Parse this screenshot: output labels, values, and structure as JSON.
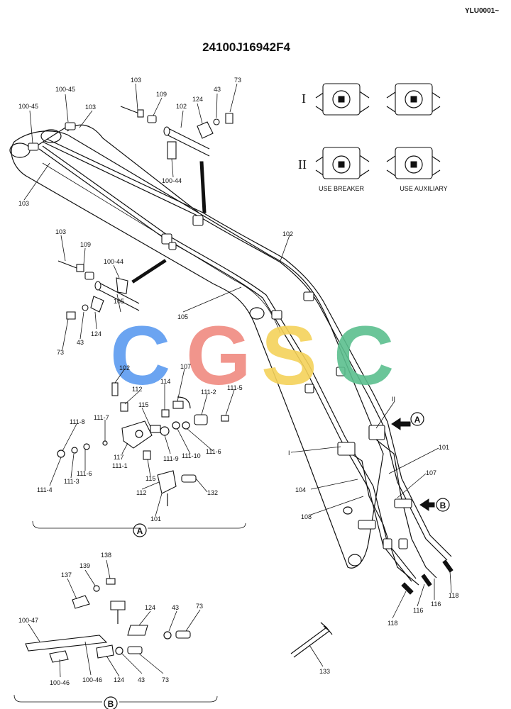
{
  "header": {
    "code": "YLU0001~",
    "part_number": "24100J16942F4"
  },
  "watermark": {
    "letters": [
      "C",
      "G",
      "S",
      "C"
    ],
    "colors": [
      "#5b9bf0",
      "#f08a80",
      "#f5d25a",
      "#5cbf8f"
    ]
  },
  "valve_detail": {
    "row_labels": [
      "I",
      "II"
    ],
    "captions": [
      "USE BREAKER",
      "USE AUXILIARY"
    ]
  },
  "views": {
    "a": "A",
    "b": "B"
  },
  "callouts": {
    "c_100_45_a": "100-45",
    "c_100_45_b": "100-45",
    "c_103_a": "103",
    "c_103_b": "103",
    "c_103_c": "103",
    "c_103_d": "103",
    "c_109_a": "109",
    "c_124_a": "124",
    "c_43_a": "43",
    "c_73_a": "73",
    "c_102_a": "102",
    "c_100_44_a": "100-44",
    "c_102_b": "102",
    "c_109_b": "109",
    "c_100_44_b": "100-44",
    "c_105_a": "105",
    "c_105_b": "105",
    "c_73_b": "73",
    "c_43_b": "43",
    "c_124_b": "124",
    "c_102_c": "102",
    "c_112_a": "112",
    "c_114": "114",
    "c_115_a": "115",
    "c_107_a": "107",
    "c_111_2": "111-2",
    "c_111_5": "111-5",
    "c_111_8": "111-8",
    "c_111_7": "111-7",
    "c_117": "117",
    "c_111_1": "111-1",
    "c_111_9": "111-9",
    "c_111_10": "111-10",
    "c_111_6_a": "111-6",
    "c_111_6_b": "111-6",
    "c_111_3": "111-3",
    "c_111_4": "111-4",
    "c_115_b": "115",
    "c_112_b": "112",
    "c_132": "132",
    "c_101_a": "101",
    "c_roman_i": "I",
    "c_roman_ii": "II",
    "c_101_b": "101",
    "c_107_b": "107",
    "c_104": "104",
    "c_108": "108",
    "c_118_a": "118",
    "c_116_a": "116",
    "c_116_b": "116",
    "c_118_b": "118",
    "c_133": "133",
    "c_138": "138",
    "c_139": "139",
    "c_137": "137",
    "c_100_47": "100-47",
    "c_124_c": "124",
    "c_43_c": "43",
    "c_73_c": "73",
    "c_100_46_a": "100-46",
    "c_100_46_b": "100-46",
    "c_124_d": "124",
    "c_43_d": "43",
    "c_73_d": "73"
  }
}
